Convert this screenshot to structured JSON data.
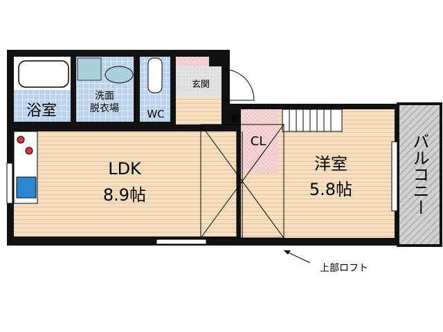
{
  "rooms": {
    "bath": "浴室",
    "washroom_line1": "洗面",
    "washroom_line2": "脱衣場",
    "toilet": "WC",
    "entrance": "玄関",
    "shelf": "棚",
    "closet": "CL",
    "ldk_name": "LDK",
    "ldk_size": "8.9帖",
    "western_name": "洋室",
    "western_size": "5.8帖",
    "balcony": "バルコニー"
  },
  "annotation": "上部ロフト",
  "colors": {
    "floor": "#f5dcb8",
    "tile": "#b8d0f0",
    "closet": "#f5d0d0",
    "entrance": "#e0e0e0",
    "wall": "#111111",
    "balcony": "#c8c8c8"
  }
}
